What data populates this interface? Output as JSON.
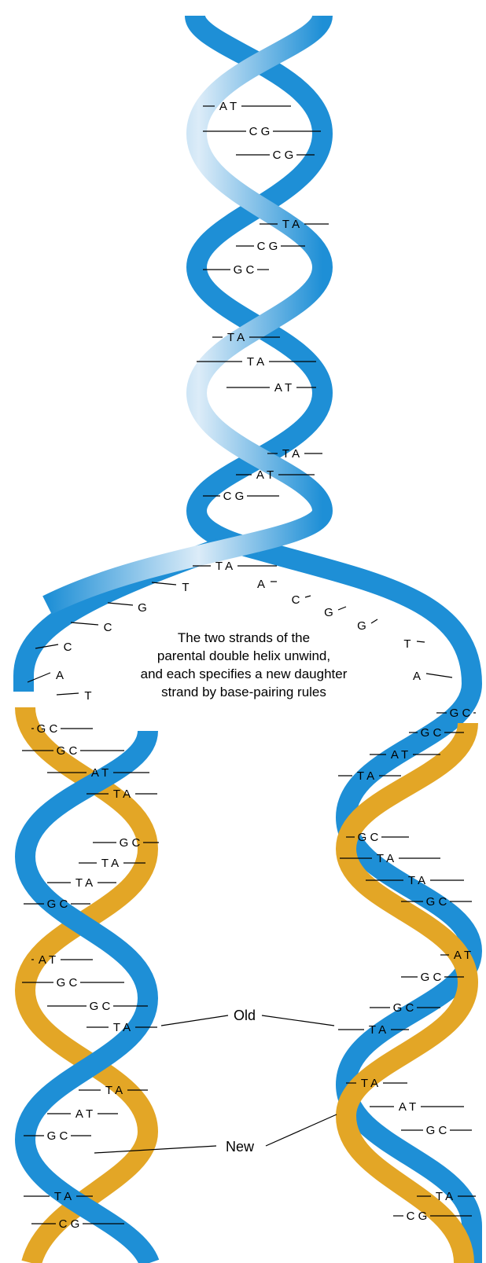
{
  "colors": {
    "parental_strand": "#1e8fd6",
    "parental_strand_light": "#dcecf8",
    "new_strand": "#e3a626",
    "new_strand_light": "#fbecc8",
    "line": "#000000"
  },
  "caption": [
    "The two strands of the",
    "parental double helix unwind,",
    "and each specifies a new daughter",
    "strand by base-pairing rules"
  ],
  "labels": {
    "old": "Old",
    "new": "New"
  },
  "parent_pairs": [
    "A T",
    "C G",
    "C G",
    "T A",
    "C G",
    "G C",
    "T A",
    "T A",
    "A T",
    "T A",
    "A T",
    "C G",
    "T A"
  ],
  "unwound_left_bases": [
    "T",
    "G",
    "C",
    "C",
    "A",
    "T"
  ],
  "unwound_right_bases": [
    "A",
    "C",
    "G",
    "G",
    "T",
    "A"
  ],
  "left_daughter_pairs": [
    "G C",
    "G C",
    "A T",
    "T A",
    "G C",
    "T A",
    "T A",
    "G C",
    "A T",
    "G C",
    "G C",
    "T A",
    "T A",
    "A T",
    "G C",
    "T A",
    "C G"
  ],
  "right_daughter_pairs": [
    "G C",
    "G C",
    "A T",
    "T A",
    "G C",
    "T A",
    "T A",
    "G C",
    "A T",
    "G C",
    "G C",
    "T A",
    "T A",
    "A T",
    "G C",
    "T A",
    "C G"
  ]
}
